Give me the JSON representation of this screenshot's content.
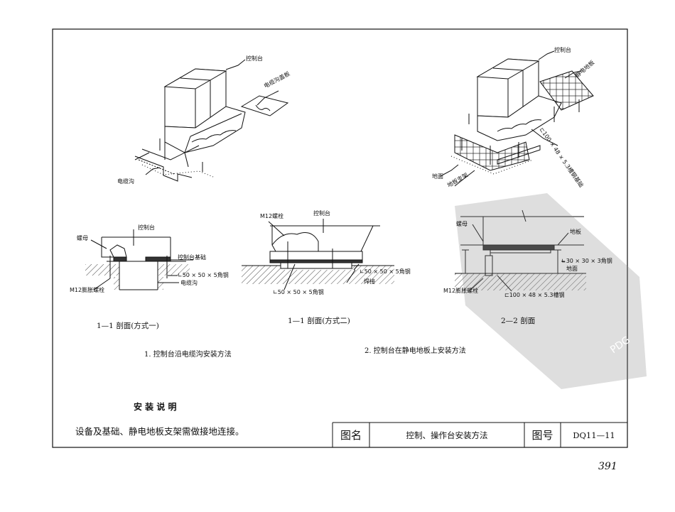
{
  "figure1": {
    "labels": {
      "console": "控制台",
      "cover": "电缆沟盖板",
      "trench": "电缆沟"
    }
  },
  "figure2": {
    "labels": {
      "console": "控制台",
      "floor": "静电地板",
      "ground": "地面",
      "support": "地板支架",
      "channel": "⊏100 × 48 × 5.3槽钢基础"
    }
  },
  "section1a": {
    "labels": {
      "console": "控制台",
      "nut": "螺母",
      "base": "控制台基础",
      "angle": "∟50 × 50 × 5角钢",
      "trench": "电缆沟",
      "bolt": "M12膨胀螺栓"
    },
    "caption": "1—1 剖面(方式一)"
  },
  "section1b": {
    "labels": {
      "bolt": "M12螺栓",
      "console": "控制台",
      "angle_right": "∟50 × 50 × 5角钢",
      "weld": "焊接",
      "angle_left": "∟50 × 50 × 5角钢"
    },
    "caption": "1—1 剖面(方式二)"
  },
  "section2": {
    "labels": {
      "nut": "螺母",
      "floorboard": "地板",
      "angle": "∟30 × 30 × 3角钢",
      "ground": "地面",
      "bolt": "M12膨胀螺栓",
      "channel": "⊏100 × 48 × 5.3槽钢"
    },
    "caption": "2—2 剖面"
  },
  "captions": {
    "method1": "1. 控制台沿电缆沟安装方法",
    "method2": "2. 控制台在静电地板上安装方法"
  },
  "notes": {
    "heading": "安 装 说 明",
    "body": "设备及基础、静电地板支架需做接地连接。"
  },
  "title_block": {
    "name_label": "图名",
    "name_value": "控制、操作台安装方法",
    "number_label": "图号",
    "number_value": "DQ11—11"
  },
  "page_number": "391",
  "watermark": "PDG"
}
